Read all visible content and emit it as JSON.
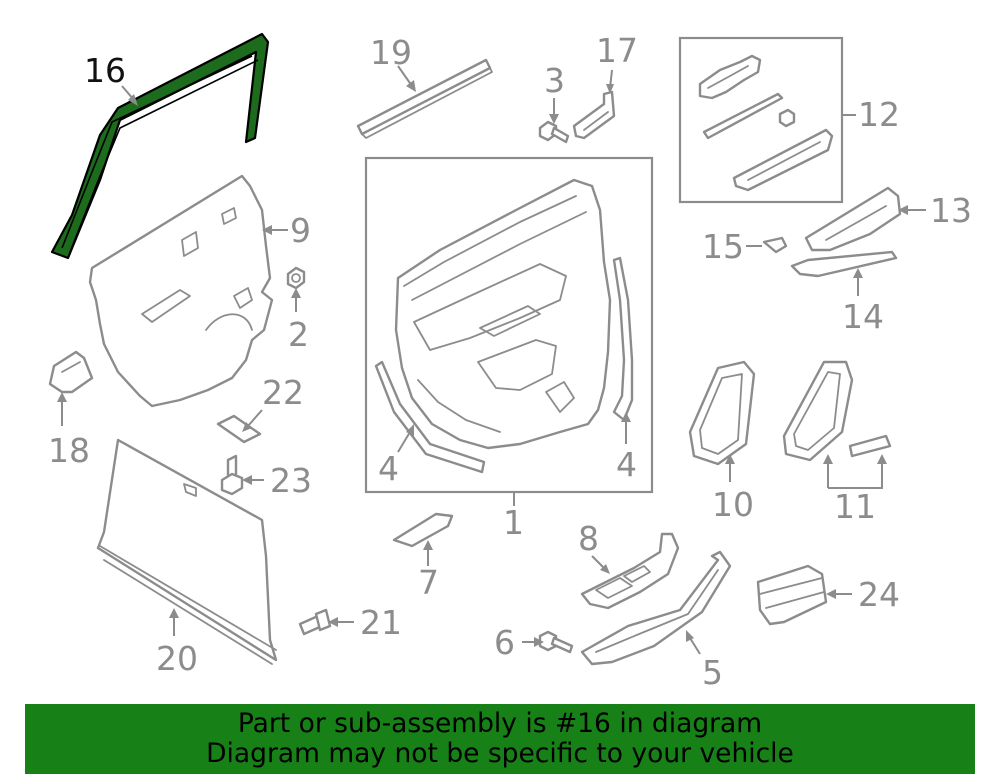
{
  "diagram": {
    "highlighted_part": "16",
    "highlight_color": "#1d6b1d",
    "part_color": "#8c8c8c",
    "callouts": {
      "c1": "1",
      "c2": "2",
      "c3": "3",
      "c4a": "4",
      "c4b": "4",
      "c5": "5",
      "c6": "6",
      "c7": "7",
      "c8": "8",
      "c9": "9",
      "c10": "10",
      "c11": "11",
      "c12": "12",
      "c13": "13",
      "c14": "14",
      "c15": "15",
      "c16": "16",
      "c17": "17",
      "c18": "18",
      "c19": "19",
      "c20": "20",
      "c21": "21",
      "c22": "22",
      "c23": "23",
      "c24": "24"
    }
  },
  "banner": {
    "background": "#178017",
    "line1": "Part or sub-assembly is #16 in diagram",
    "line2": "Diagram may not be specific to your vehicle"
  }
}
